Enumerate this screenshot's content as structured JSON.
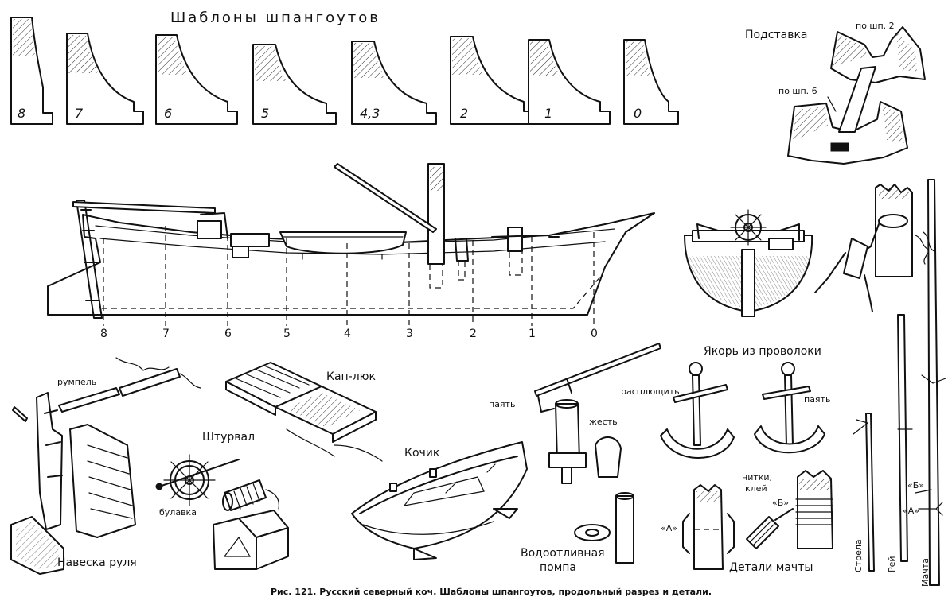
{
  "title": "Шаблоны шпангоутов",
  "frame_templates": [
    "8",
    "7",
    "6",
    "5",
    "4,3",
    "2",
    "1",
    "0"
  ],
  "stand": {
    "title": "Подставка",
    "label_frame2": "по шп. 2",
    "label_frame6": "по шп. 6"
  },
  "frame_stations": [
    "8",
    "7",
    "6",
    "5",
    "4",
    "3",
    "2",
    "1",
    "0"
  ],
  "hatch_label": "Кап-люк",
  "anchors": {
    "title": "Якорь из проволоки",
    "flatten": "расплющить",
    "solder": "паять"
  },
  "tiller_label": "румпель",
  "rudder_hinge": "Навеска руля",
  "wheel": {
    "title": "Штурвал",
    "pin": "булавка"
  },
  "boat_label": "Кочик",
  "pump": {
    "solder": "паять",
    "tin": "жесть",
    "title_line1": "Водоотливная",
    "title_line2": "помпа"
  },
  "mast_details": {
    "title": "Детали мачты",
    "thread_glue_1": "нитки,",
    "thread_glue_2": "клей",
    "mark_a": "«А»",
    "mark_b": "«Б»"
  },
  "spars": {
    "boom": "Стрела",
    "yard": "Рей",
    "mast": "Мачта",
    "mark_a": "«А»",
    "mark_b": "«Б»"
  },
  "caption": "Рис. 121. Русский северный коч. Шаблоны шпангоутов, продольный разрез и детали."
}
